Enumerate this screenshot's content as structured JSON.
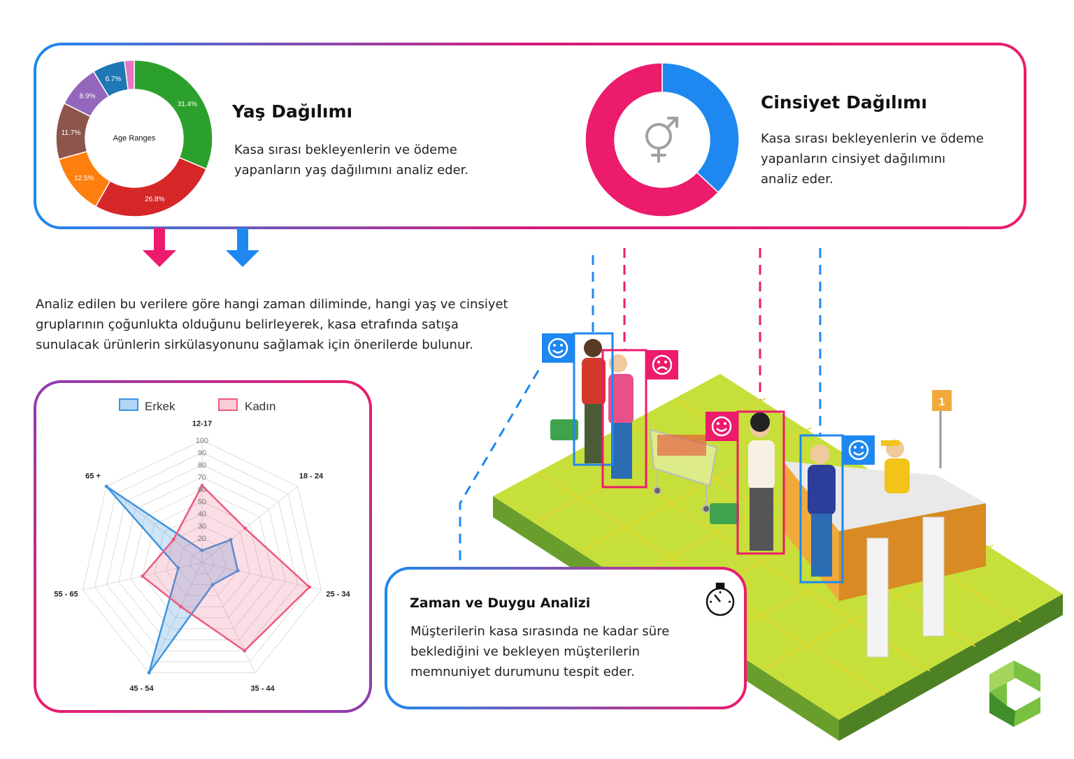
{
  "colors": {
    "blue": "#1e88f0",
    "pink": "#ec1b6b",
    "purple": "#8a3fb0",
    "green": "#7ac142",
    "darkgreen": "#3f8f2a"
  },
  "age_section": {
    "title": "Yaş Dağılımı",
    "desc_line1": "Kasa sırası bekleyenlerin ve ödeme",
    "desc_line2": "yapanların yaş dağılımını analiz eder.",
    "center_label": "Age Ranges"
  },
  "gender_section": {
    "title": "Cinsiyet Dağılımı",
    "desc_line1": "Kasa sırası bekleyenlerin ve ödeme",
    "desc_line2": "yapanların cinsiyet dağılımını",
    "desc_line3": "analiz eder.",
    "icon": "gender-symbol-icon"
  },
  "analysis_text": {
    "line1": "Analiz edilen bu verilere göre hangi zaman diliminde, hangi yaş ve  cinsiyet",
    "line2": "gruplarının çoğunlukta olduğunu belirleyerek, kasa etrafında satışa",
    "line3": "sunulacak ürünlerin sirkülasyonunu sağlamak için önerilerde bulunur."
  },
  "time_section": {
    "title": "Zaman ve Duygu Analizi",
    "desc_line1": "Müşterilerin kasa sırasında ne kadar süre",
    "desc_line2": "beklediğini ve bekleyen müşterilerin",
    "desc_line3": "memnuniyet durumunu tespit eder.",
    "icon": "stopwatch-icon"
  },
  "illustration": {
    "register_number": "1",
    "face_icons": [
      "happy-face-icon",
      "sad-face-icon",
      "happy-face-icon",
      "happy-face-icon"
    ]
  },
  "chart_data": [
    {
      "type": "pie",
      "subtype": "donut",
      "center_label": "Age Ranges",
      "slices": [
        {
          "value": 31.4,
          "label": "31.4%",
          "color": "#2ca02c"
        },
        {
          "value": 26.8,
          "label": "26.8%",
          "color": "#d62728"
        },
        {
          "value": 12.5,
          "label": "12.5%",
          "color": "#ff7f0e"
        },
        {
          "value": 11.7,
          "label": "11.7%",
          "color": "#8c564b"
        },
        {
          "value": 8.9,
          "label": "8.9%",
          "color": "#9467bd"
        },
        {
          "value": 6.7,
          "label": "6.7%",
          "color": "#1f77b4"
        },
        {
          "value": 2.0,
          "label": "",
          "color": "#e377c2"
        }
      ]
    },
    {
      "type": "pie",
      "subtype": "donut",
      "slices": [
        {
          "value": 37,
          "color": "#1e88f0"
        },
        {
          "value": 63,
          "color": "#ec1b6b"
        }
      ]
    },
    {
      "type": "radar",
      "categories": [
        "12-17",
        "18 - 24",
        "25 - 34",
        "35 - 44",
        "45 - 54",
        "55 - 65",
        "65 +"
      ],
      "rticks": [
        "20",
        "30",
        "40",
        "50",
        "60",
        "70",
        "80",
        "90",
        "100"
      ],
      "rmax": 100,
      "grid": true,
      "legend_position": "top",
      "series": [
        {
          "name": "Erkek",
          "values": [
            10,
            30,
            30,
            20,
            100,
            20,
            100
          ],
          "stroke": "#3d95e0",
          "fill": "rgba(61,149,224,0.25)"
        },
        {
          "name": "Kadın",
          "values": [
            63,
            45,
            90,
            80,
            40,
            50,
            30
          ],
          "stroke": "#ec5a7e",
          "fill": "rgba(236,90,126,0.2)"
        }
      ]
    }
  ]
}
